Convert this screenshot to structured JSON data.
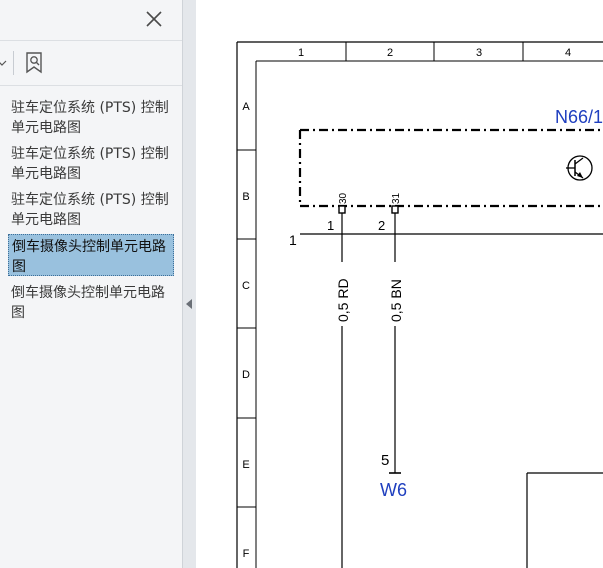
{
  "sidebar": {
    "close_label": "×",
    "outline": [
      {
        "label": "驻车定位系统 (PTS) 控制单元电路图",
        "selected": false
      },
      {
        "label": "驻车定位系统 (PTS) 控制单元电路图",
        "selected": false
      },
      {
        "label": "驻车定位系统 (PTS) 控制单元电路图",
        "selected": false
      },
      {
        "label": "倒车摄像头控制单元电路图",
        "selected": true
      },
      {
        "label": "倒车摄像头控制单元电路图",
        "selected": false
      }
    ]
  },
  "diagram": {
    "col_labels": [
      "1",
      "2",
      "3",
      "4"
    ],
    "row_labels": [
      "A",
      "B",
      "C",
      "D",
      "E",
      "F"
    ],
    "component_id": "N66/1",
    "pin_1_number": "1",
    "pin_2_number": "2",
    "pin_1_terminal": "30",
    "pin_2_terminal": "31",
    "wire_1_label": "0,5 RD",
    "wire_2_label": "0,5 BN",
    "connector_label": "1",
    "end_pin_number": "5",
    "end_component_id": "W6",
    "link_color": "#1f3fbf"
  }
}
